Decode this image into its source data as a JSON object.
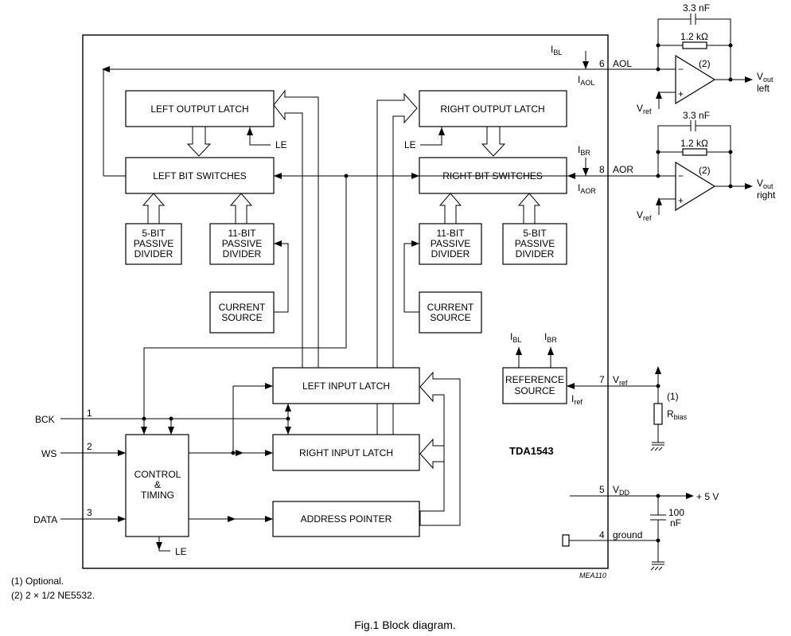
{
  "blocks": {
    "left_output_latch": "LEFT OUTPUT LATCH",
    "right_output_latch": "RIGHT OUTPUT LATCH",
    "left_bit_switches": "LEFT BIT SWITCHES",
    "right_bit_switches": "RIGHT BIT SWITCHES",
    "left_5bit": [
      "5-BIT",
      "PASSIVE",
      "DIVIDER"
    ],
    "left_11bit": [
      "11-BIT",
      "PASSIVE",
      "DIVIDER"
    ],
    "right_11bit": [
      "11-BIT",
      "PASSIVE",
      "DIVIDER"
    ],
    "right_5bit": [
      "5-BIT",
      "PASSIVE",
      "DIVIDER"
    ],
    "left_current_source": [
      "CURRENT",
      "SOURCE"
    ],
    "right_current_source": [
      "CURRENT",
      "SOURCE"
    ],
    "reference_source": [
      "REFERENCE",
      "SOURCE"
    ],
    "left_input_latch": "LEFT INPUT LATCH",
    "right_input_latch": "RIGHT INPUT LATCH",
    "control_timing": [
      "CONTROL",
      "&",
      "TIMING"
    ],
    "address_pointer": "ADDRESS POINTER"
  },
  "chip_name": "TDA1543",
  "pins": {
    "bck": {
      "name": "BCK",
      "number": "1"
    },
    "ws": {
      "name": "WS",
      "number": "2"
    },
    "data": {
      "name": "DATA",
      "number": "3"
    },
    "ground": {
      "name": "ground",
      "number": "4"
    },
    "vdd": {
      "name": "V",
      "sub": "DD",
      "number": "5"
    },
    "aol": {
      "name": "AOL",
      "number": "6"
    },
    "vref": {
      "name": "V",
      "sub": "ref",
      "number": "7"
    },
    "aor": {
      "name": "AOR",
      "number": "8"
    }
  },
  "labels": {
    "le": "LE",
    "i": "I",
    "bl": "BL",
    "br": "BR",
    "aol": "AOL",
    "aor": "AOR",
    "ref": "ref",
    "v": "V",
    "out": "out",
    "left": "left",
    "right": "right",
    "bias": "bias",
    "r": "R",
    "cap_top": "3.3 nF",
    "res_top": "1.2  kΩ",
    "cap_mid": "3.3 nF",
    "res_mid": "1.2  kΩ",
    "opamp_note": "(2)",
    "rbias_note": "(1)",
    "cap_100_a": "100",
    "cap_100_b": "nF",
    "plus5v": "+ 5 V",
    "minus": "−",
    "plus": "+",
    "drawing_code": "MEA110"
  },
  "notes": [
    "(1)  Optional.",
    "(2)  2 × 1/2 NE5532."
  ],
  "caption": "Fig.1  Block diagram."
}
